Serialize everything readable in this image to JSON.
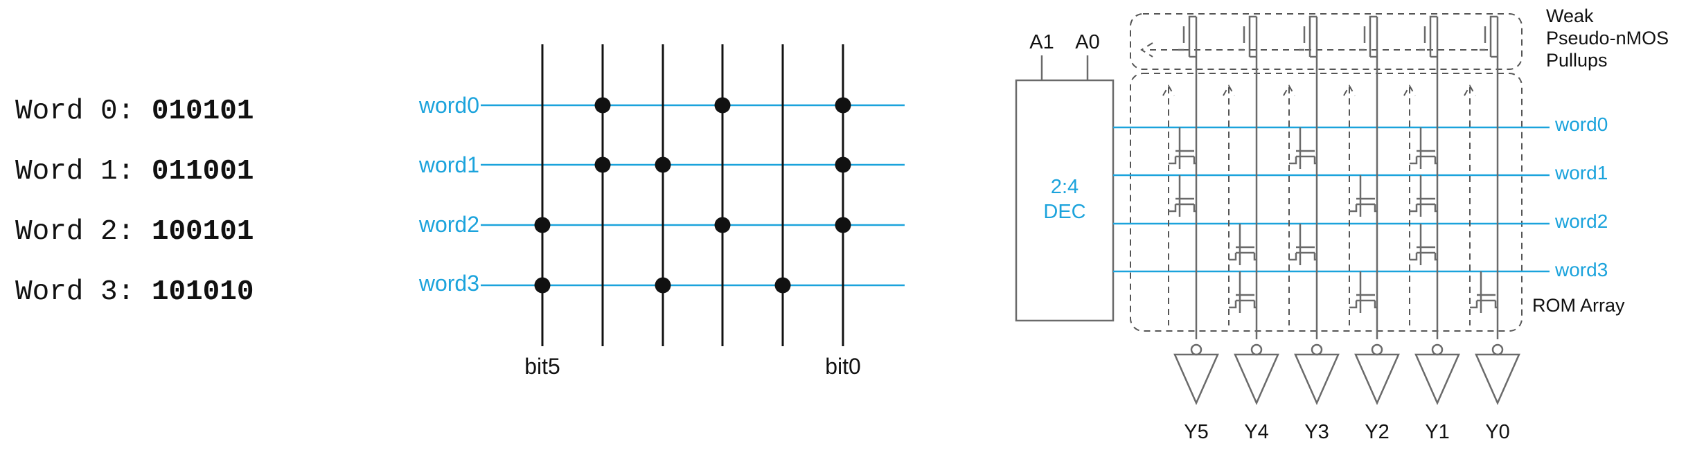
{
  "colors": {
    "accent": "#1BA3DC",
    "ink": "#111111",
    "wire": "#6a6a6a",
    "dash": "#555555"
  },
  "word_list": [
    {
      "label": "Word 0:",
      "bits": "010101"
    },
    {
      "label": "Word 1:",
      "bits": "011001"
    },
    {
      "label": "Word 2:",
      "bits": "100101"
    },
    {
      "label": "Word 3:",
      "bits": "101010"
    }
  ],
  "dot_diagram": {
    "word_labels": [
      "word0",
      "word1",
      "word2",
      "word3"
    ],
    "bit_labels": {
      "left": "bit5",
      "right": "bit0"
    }
  },
  "rom_schematic": {
    "addr_labels": [
      "A1",
      "A0"
    ],
    "decoder_label": [
      "2:4",
      "DEC"
    ],
    "word_labels": [
      "word0",
      "word1",
      "word2",
      "word3"
    ],
    "pullup_label": [
      "Weak",
      "Pseudo-nMOS",
      "Pullups"
    ],
    "array_label": "ROM Array",
    "outputs": [
      "Y5",
      "Y4",
      "Y3",
      "Y2",
      "Y1",
      "Y0"
    ]
  }
}
